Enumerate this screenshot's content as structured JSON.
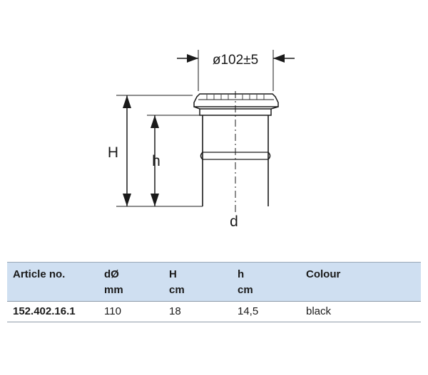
{
  "drawing": {
    "diameter_label": "ø102±5",
    "H_label": "H",
    "h_label": "h",
    "d_label": "d"
  },
  "table": {
    "headers": [
      {
        "label": "Article no.",
        "unit": ""
      },
      {
        "label": "dØ",
        "unit": "mm"
      },
      {
        "label": "H",
        "unit": "cm"
      },
      {
        "label": "h",
        "unit": "cm"
      },
      {
        "label": "Colour",
        "unit": ""
      }
    ],
    "rows": [
      {
        "article": "152.402.16.1",
        "d": "110",
        "H": "18",
        "h": "14,5",
        "colour": "black"
      }
    ]
  },
  "colors": {
    "header_background": "#cfdff1",
    "line": "#1a1a1a"
  }
}
